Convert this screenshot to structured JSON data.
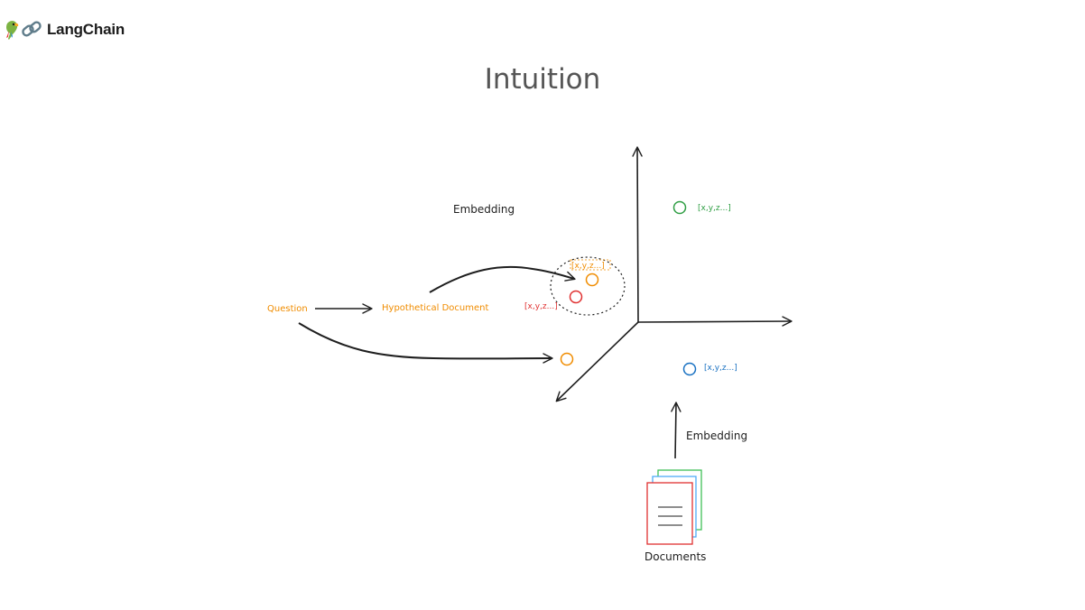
{
  "header": {
    "brand_name": "LangChain",
    "logo_icons": [
      "parrot-icon",
      "chain-link-icon"
    ]
  },
  "page": {
    "title": "Intuition"
  },
  "diagram": {
    "question_label": "Question",
    "hypothetical_document_label": "Hypothetical Document",
    "embedding_label_top": "Embedding",
    "embedding_label_bottom": "Embedding",
    "documents_label": "Documents",
    "vector_labels": {
      "hypothetical_vector": "[x,y,z...]",
      "question_vector": "[x,y,z...]",
      "green_document_vector": "[x,y,z...]",
      "blue_document_vector": "[x,y,z...]"
    },
    "colors": {
      "orange": "#f08c00",
      "red": "#e03131",
      "green": "#2f9e44",
      "blue": "#1971c2",
      "ink": "#1e1e1e",
      "doc_red": "#e03131",
      "doc_blue": "#4dabf7",
      "doc_green": "#40c057"
    }
  }
}
